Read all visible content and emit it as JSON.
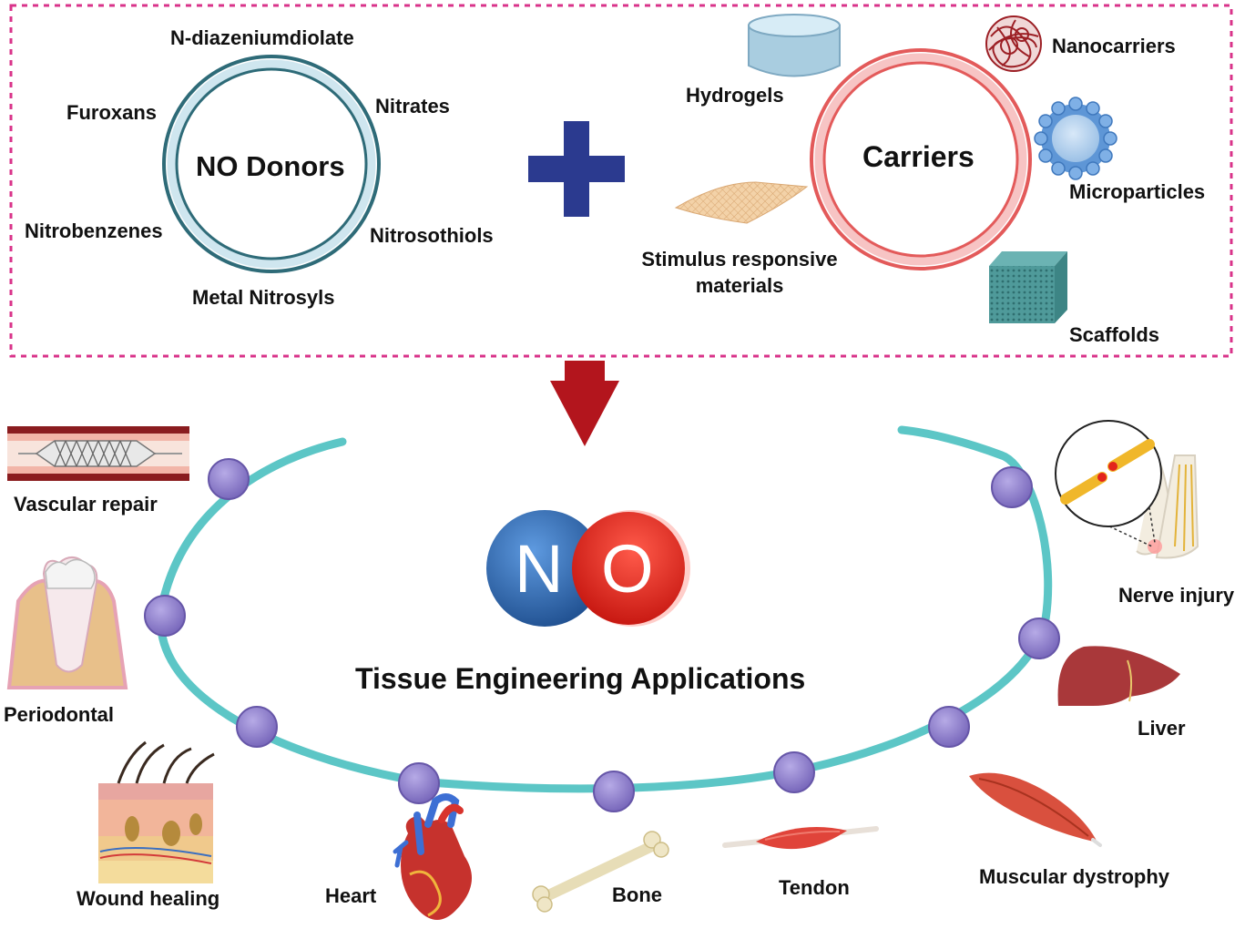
{
  "donors": {
    "title": "NO Donors",
    "items": [
      "N-diazeniumdiolate",
      "Furoxans",
      "Nitrates",
      "Nitrobenzenes",
      "Nitrosothiols",
      "Metal Nitrosyls"
    ]
  },
  "carriers": {
    "title": "Carriers",
    "items": [
      "Hydrogels",
      "Nanocarriers",
      "Microparticles",
      "Stimulus responsive",
      "materials",
      "Scaffolds"
    ]
  },
  "molecule": {
    "n": "N",
    "o": "O"
  },
  "applications": {
    "title": "Tissue Engineering Applications",
    "items": [
      "Vascular repair",
      "Periodontal",
      "Wound healing",
      "Heart",
      "Bone",
      "Tendon",
      "Muscular dystrophy",
      "Liver",
      "Nerve injury"
    ]
  },
  "colors": {
    "dashed_border": "#d9338a",
    "donor_ring": "#2e6b78",
    "carrier_ring": "#e35a5a",
    "plus": "#2b3a8f",
    "arrow": "#b3151d",
    "curve": "#5cc6c6",
    "node": "#8a7bc8",
    "n_atom": "#2f6fb8",
    "o_atom": "#e3241c"
  }
}
